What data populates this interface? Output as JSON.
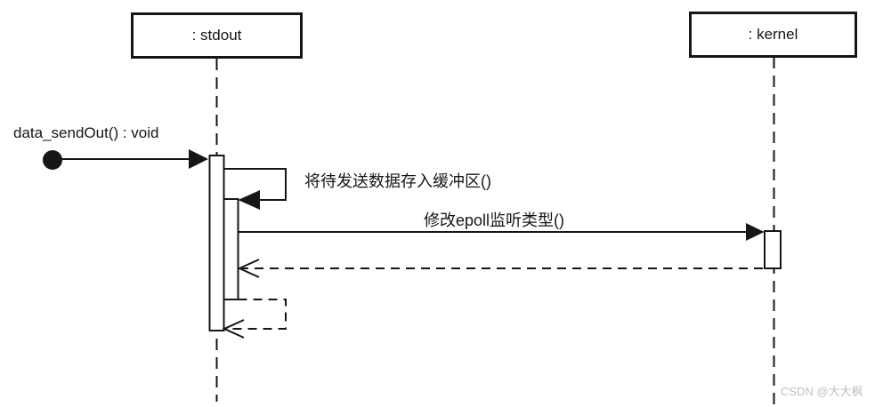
{
  "diagram": {
    "kind": "uml-sequence-diagram",
    "lifelines": [
      {
        "id": "stdout",
        "label": ": stdout"
      },
      {
        "id": "kernel",
        "label": ": kernel"
      }
    ],
    "messages": [
      {
        "id": "found-message",
        "label": "data_sendOut() : void",
        "type": "found-message",
        "from": "external",
        "to": "stdout",
        "line": "solid",
        "arrowhead": "filled-triangle"
      },
      {
        "id": "self-call",
        "label": "将待发送数据存入缓冲区()",
        "type": "self-call",
        "from": "stdout",
        "to": "stdout",
        "line": "solid",
        "arrowhead": "filled-triangle"
      },
      {
        "id": "call",
        "label": "修改epoll监听类型()",
        "type": "call",
        "from": "stdout",
        "to": "kernel",
        "line": "solid",
        "arrowhead": "filled-triangle"
      },
      {
        "id": "return",
        "label": "",
        "type": "return",
        "from": "kernel",
        "to": "stdout",
        "line": "dashed",
        "arrowhead": "open"
      },
      {
        "id": "self-return",
        "label": "",
        "type": "self-return",
        "from": "stdout",
        "to": "stdout",
        "line": "dashed",
        "arrowhead": "open"
      }
    ],
    "colors": {
      "background": "#ffffff",
      "line": "#161616",
      "activation_fill": "#ffffff",
      "watermark": "#bfbfbf"
    },
    "watermark": "CSDN @大大枫"
  }
}
